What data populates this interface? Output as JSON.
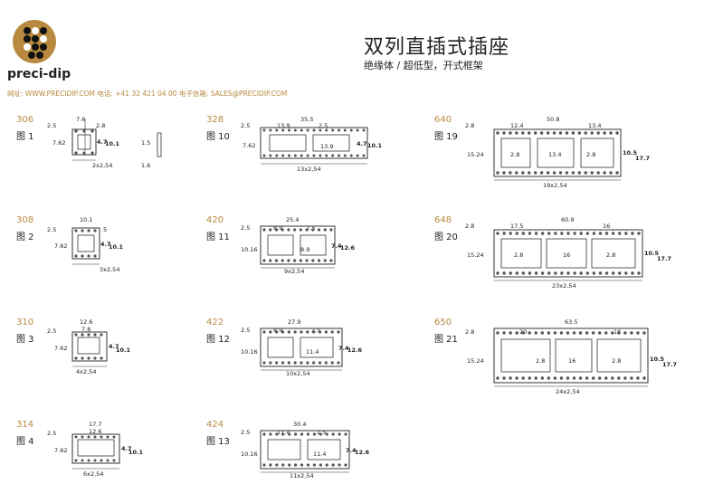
{
  "brand": {
    "name": "preci-dip"
  },
  "header": {
    "title": "双列直插式插座",
    "subtitle": "绝缘体 / 超低型，开式框架",
    "contact": "网址: WWW.PRECIDIP.COM   电话: +41 32 421 04 00   电子信箱: SALES@PRECIDIP.COM"
  },
  "colors": {
    "accent": "#b8893f",
    "drawing": "#333333",
    "pin": "#555555"
  },
  "items": [
    {
      "code": "306",
      "fig": "图 1",
      "dims": {
        "top": "7.6",
        "left": "2.5",
        "right": "2.8",
        "row": "7.62",
        "h1": "4.7",
        "h2": "10.1",
        "pitch": "2x2,54",
        "side_h": "1.5",
        "side_l": "1.6"
      }
    },
    {
      "code": "308",
      "fig": "图 2",
      "dims": {
        "top": "10.1",
        "left": "2.5",
        "right": "5",
        "row": "7.62",
        "h1": "4.7",
        "h2": "10.1",
        "pitch": "3x2,54"
      }
    },
    {
      "code": "310",
      "fig": "图 3",
      "dims": {
        "top": "12.6",
        "mid": "7.6",
        "left": "2.5",
        "row": "7.62",
        "h1": "4.7",
        "h2": "10.1",
        "pitch": "4x2,54"
      }
    },
    {
      "code": "314",
      "fig": "图 4",
      "dims": {
        "top": "17.7",
        "mid": "12.6",
        "left": "2.5",
        "row": "7.62",
        "h1": "4.7",
        "h2": "10.1",
        "pitch": "6x2,54"
      }
    },
    {
      "code": "328",
      "fig": "图 10",
      "dims": {
        "top": "35.5",
        "mid": "13.9",
        "left": "2.5",
        "right": "2.5",
        "inner": "13.9",
        "row": "7.62",
        "h1": "4.7",
        "h2": "10.1",
        "pitch": "13x2,54"
      }
    },
    {
      "code": "420",
      "fig": "图 11",
      "dims": {
        "top": "25.4",
        "mid": "8.9",
        "left": "2.5",
        "right": "2.5",
        "inner": "8.9",
        "row": "10.16",
        "h1": "7.4",
        "h2": "12.6",
        "pitch": "9x2,54"
      }
    },
    {
      "code": "422",
      "fig": "图 12",
      "dims": {
        "top": "27.9",
        "mid": "8.9",
        "left": "2.5",
        "right": "2.5",
        "inner": "11.4",
        "row": "10.16",
        "h1": "7.4",
        "h2": "12.6",
        "pitch": "10x2,54"
      }
    },
    {
      "code": "424",
      "fig": "图 13",
      "dims": {
        "top": "30.4",
        "mid": "11.4",
        "left": "2.5",
        "right": "2.5",
        "inner": "11.4",
        "row": "10.16",
        "h1": "7.4",
        "h2": "12.6",
        "pitch": "11x2,54"
      }
    },
    {
      "code": "640",
      "fig": "图 19",
      "dims": {
        "top": "50.8",
        "a": "12.4",
        "b": "13.4",
        "left": "2.8",
        "w1": "2.8",
        "w2": "13.4",
        "w3": "2.8",
        "row": "15.24",
        "h1": "10.5",
        "h2": "17.7",
        "pitch": "19x2,54"
      }
    },
    {
      "code": "648",
      "fig": "图 20",
      "dims": {
        "top": "60.9",
        "a": "17.5",
        "b": "16",
        "left": "2.8",
        "w1": "2.8",
        "w2": "16",
        "w3": "2.8",
        "row": "15.24",
        "h1": "10.5",
        "h2": "17.7",
        "pitch": "23x2,54"
      }
    },
    {
      "code": "650",
      "fig": "图 21",
      "dims": {
        "top": "63.5",
        "a": "20",
        "b": "18",
        "left": "2.8",
        "w1": "2.8",
        "w2": "16",
        "w3": "2.8",
        "row": "15.24",
        "h1": "10.5",
        "h2": "17.7",
        "pitch": "24x2,54"
      }
    }
  ]
}
